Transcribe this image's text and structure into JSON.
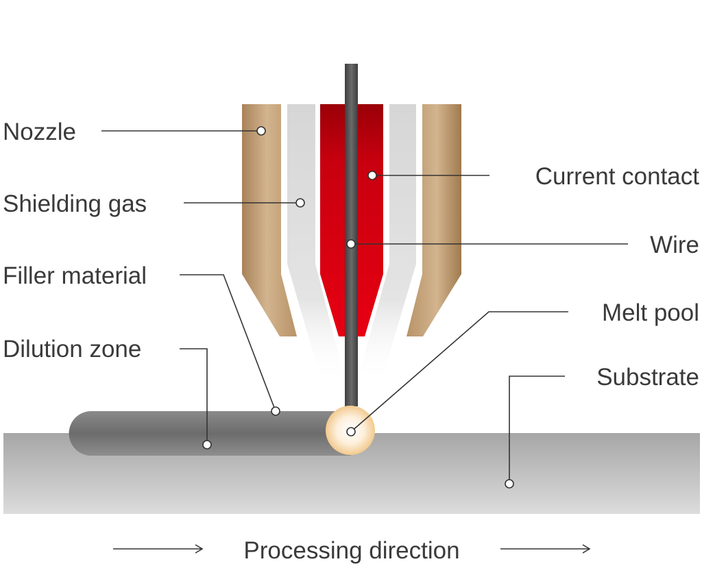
{
  "labels": {
    "nozzle": "Nozzle",
    "shielding_gas": "Shielding gas",
    "filler_material": "Filler material",
    "dilution_zone": "Dilution zone",
    "current_contact": "Current contact",
    "wire": "Wire",
    "melt_pool": "Melt pool",
    "substrate": "Substrate",
    "processing_direction": "Processing direction"
  },
  "colors": {
    "nozzle": "#c8a67c",
    "nozzle_dark": "#a07a4e",
    "shielding_gas": "#d9d9d9",
    "current_contact": "#e00012",
    "current_contact_dark": "#9a0008",
    "wire": "#5a5a5a",
    "substrate": "#b8b8b8",
    "filler": "#7a7a7a",
    "melt_pool": "#fbe6c8",
    "text": "#3a3a3a"
  }
}
